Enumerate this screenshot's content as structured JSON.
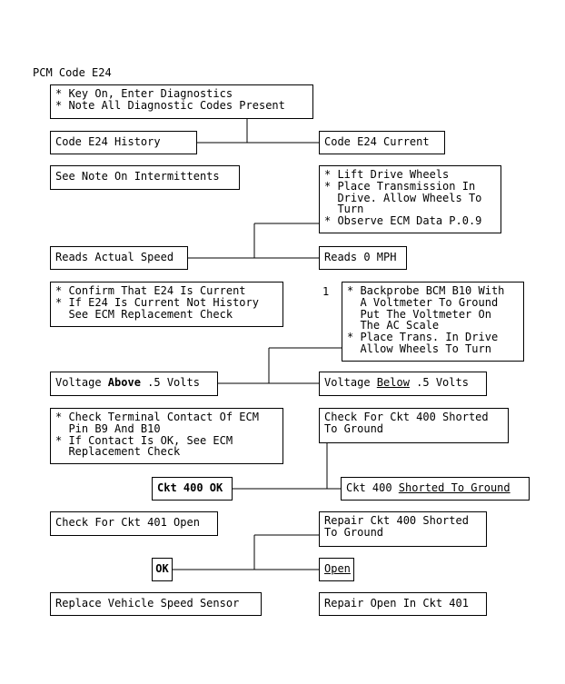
{
  "title": "PCM Code E24",
  "step_number": "1",
  "boxes": {
    "start": "* Key On, Enter Diagnostics\n* Note All Diagnostic Codes Present",
    "history": "Code E24 History",
    "current": "Code E24 Current",
    "intermittents": "See Note On Intermittents",
    "lift": "* Lift Drive Wheels\n* Place Transmission In\n  Drive. Allow Wheels To\n  Turn\n* Observe ECM Data P.0.9",
    "actual_speed": "Reads Actual Speed",
    "zero_mph": "Reads 0 MPH",
    "confirm": "* Confirm That E24 Is Current\n* If E24 Is Current Not History\n  See ECM Replacement Check",
    "backprobe": "* Backprobe BCM B10 With\n  A Voltmeter To Ground\n  Put The Voltmeter On\n  The AC Scale\n* Place Trans. In Drive\n  Allow Wheels To Turn",
    "voltage_above": {
      "prefix": "Voltage ",
      "emph": "Above",
      "suffix": " .5 Volts"
    },
    "voltage_below": {
      "prefix": "Voltage ",
      "emph": "Below",
      "suffix": " .5 Volts"
    },
    "check_terminal": "* Check Terminal Contact Of ECM\n  Pin B9 And B10\n* If Contact Is OK, See ECM\n  Replacement Check",
    "check_shorted": "Check For Ckt 400 Shorted\nTo Ground",
    "ckt400_ok": "Ckt 400 OK",
    "ckt400_shorted": {
      "prefix": "Ckt 400 ",
      "emph": "Shorted To Ground"
    },
    "check_401": "Check For Ckt 401 Open",
    "repair_400": "Repair Ckt 400 Shorted\nTo Ground",
    "ok": "OK",
    "open": "Open",
    "replace_vss": "Replace Vehicle Speed Sensor",
    "repair_open": "Repair Open In Ckt 401"
  }
}
